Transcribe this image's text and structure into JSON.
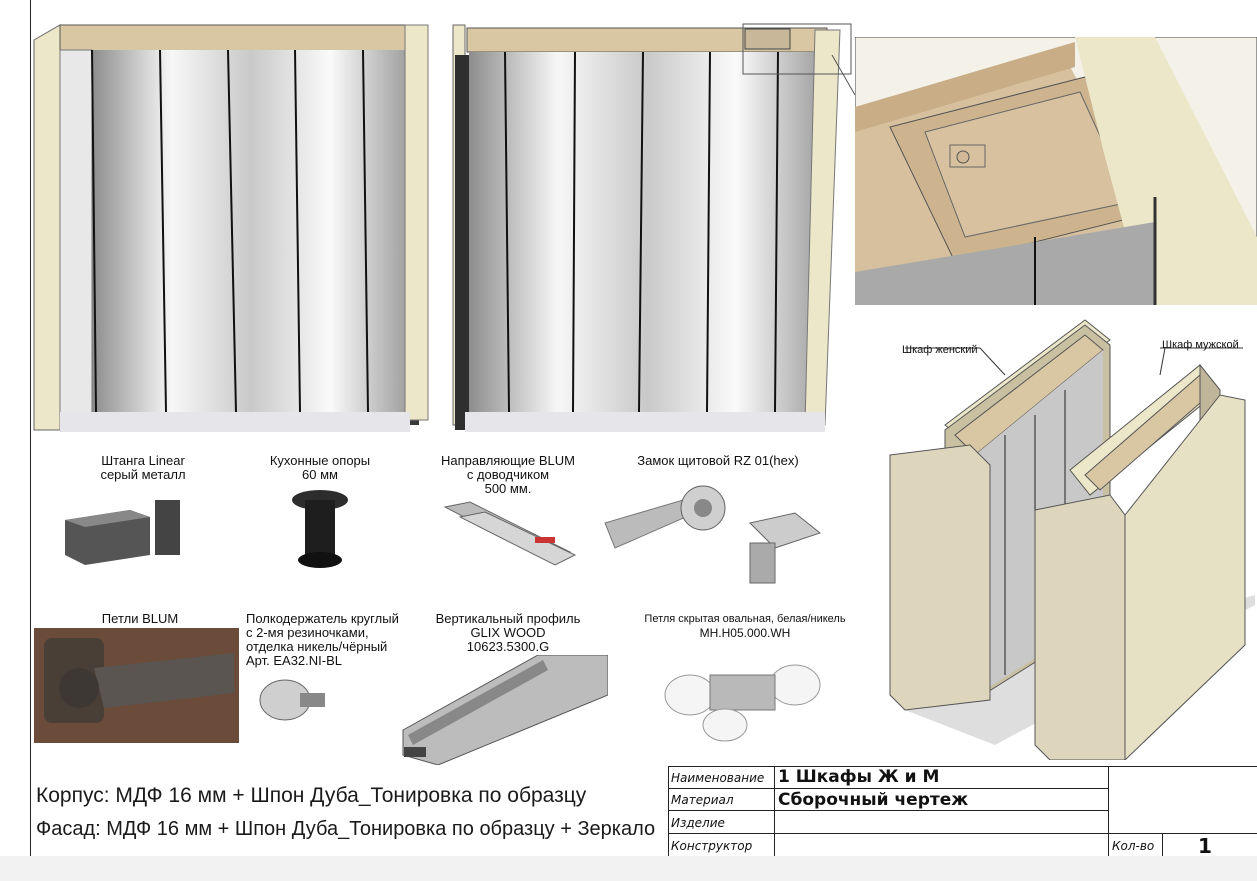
{
  "products": [
    {
      "id": "rod",
      "lines": [
        "Штанга Linear",
        "серый металл"
      ]
    },
    {
      "id": "legs",
      "lines": [
        "Кухонные опоры",
        "60 мм"
      ]
    },
    {
      "id": "rails",
      "lines": [
        "Направляющие BLUM",
        "с доводчиком",
        "500 мм."
      ]
    },
    {
      "id": "lock",
      "lines": [
        "Замок щитовой RZ 01(hex)"
      ]
    },
    {
      "id": "hinge",
      "lines": [
        "Петли BLUM"
      ]
    },
    {
      "id": "shelf-holder",
      "lines": [
        "Полкодержатель круглый",
        "с 2-мя резиночками,",
        " отделка никель/чёрный",
        "Арт. EA32.NI-BL"
      ]
    },
    {
      "id": "profile",
      "lines": [
        "Вертикальный профиль",
        "GLIX WOOD",
        "10623.5300.G"
      ]
    },
    {
      "id": "hidden-hinge",
      "lines": [
        "Петля скрытая овальная, белая/никель",
        "MH.H05.000.WH"
      ]
    }
  ],
  "iso_labels": {
    "female": "Шкаф женский",
    "male": "Шкаф мужской"
  },
  "notes": {
    "body": "Корпус: МДФ 16 мм + Шпон Дуба_Тонировка по образцу",
    "facade": "Фасад: МДФ 16 мм + Шпон Дуба_Тонировка по образцу + Зеркало"
  },
  "title_block": {
    "name_label": "Наименование",
    "name_value": "1 Шкафы Ж и М",
    "material_label": "Материал",
    "material_value": "Сборочный чертеж",
    "product_label": "Изделие",
    "designer_label": "Конструктор",
    "qty_label": "Кол-во",
    "qty_value": "1"
  },
  "colors": {
    "veneer": "#d9c7a4",
    "oak": "#cfae86",
    "mirror_light": "#f4f4f4",
    "mirror_dark": "#9a9a9a",
    "frame": "#ece7c8"
  }
}
